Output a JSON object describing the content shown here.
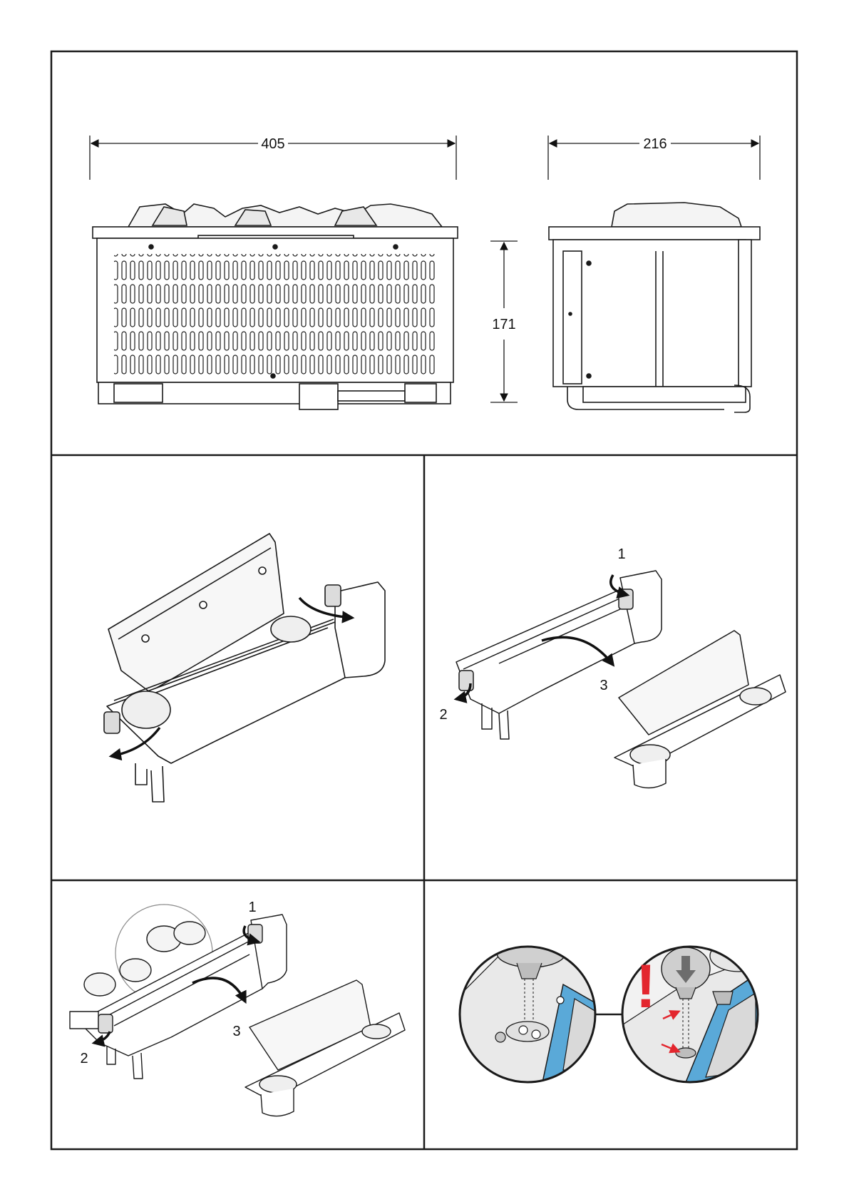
{
  "dimensions": {
    "width": "405",
    "depth": "216",
    "height": "171"
  },
  "steps": {
    "panel_b": {
      "step1": "1",
      "step2": "2",
      "step3": "3"
    },
    "panel_c": {
      "step1": "1",
      "step2": "2",
      "step3": "3"
    },
    "panel_d": {
      "warning": "!"
    }
  },
  "colors": {
    "line": "#1a1a1a",
    "fill_light": "#f2f2f2",
    "fill_mid": "#d9d9d9",
    "accent_blue": "#5aa9d8",
    "warning_red": "#e3262e"
  }
}
